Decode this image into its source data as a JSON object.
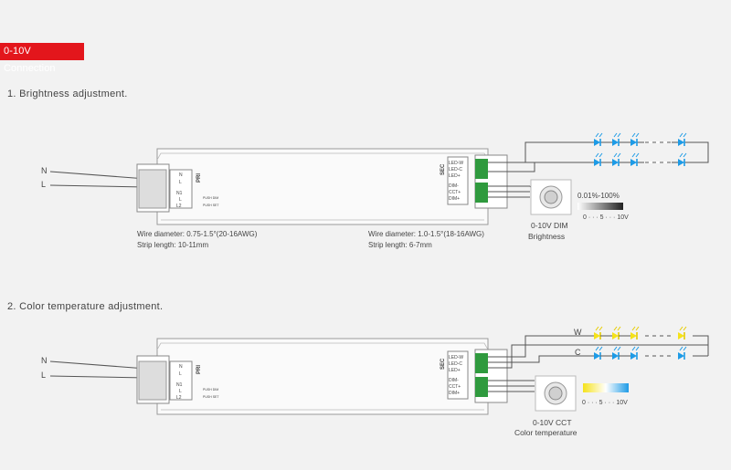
{
  "badge": "0-10V Connection",
  "section1": {
    "title": "1. Brightness adjustment.",
    "input_n": "N",
    "input_l": "L",
    "pri_label": "PRI",
    "sec_label": "SEC",
    "terminals_left": [
      "N",
      "L",
      "N1",
      "L",
      "L2"
    ],
    "push_dim": "PUSH DIM",
    "push_set": "PUSH SET",
    "terminals_right_top": [
      "LED-W",
      "LED-C",
      "LED+"
    ],
    "terminals_right_bottom": [
      "DIM-",
      "CCT+",
      "DIM+"
    ],
    "wire_left": "Wire diameter: 0.75-1.5°(20-16AWG)",
    "strip_left": "Strip length: 10-11mm",
    "wire_right": "Wire diameter: 1.0-1.5°(18-16AWG)",
    "strip_right": "Strip length: 6-7mm",
    "dimmer_label": "0-10V DIM",
    "dimmer_sub": "Brightness",
    "percent": "0.01%-100%",
    "scale": "0 · · · 5 · · · 10V"
  },
  "section2": {
    "title": "2. Color temperature adjustment.",
    "input_n": "N",
    "input_l": "L",
    "pri_label": "PRI",
    "sec_label": "SEC",
    "terminals_left": [
      "N",
      "L",
      "N1",
      "L",
      "L2"
    ],
    "push_dim": "PUSH DIM",
    "push_set": "PUSH SET",
    "terminals_right_top": [
      "LED-W",
      "LED-C",
      "LED+"
    ],
    "terminals_right_bottom": [
      "DIM-",
      "CCT+",
      "DIM+"
    ],
    "w_label": "W",
    "c_label": "C",
    "scale": "0 · · · 5 · · · 10V",
    "cct_label": "0-10V CCT",
    "cct_sub": "Color temperature"
  },
  "colors": {
    "accent": "#e3161c",
    "led_blue": "#1e9be6",
    "led_yellow": "#f5e21a",
    "wire": "#555555"
  }
}
